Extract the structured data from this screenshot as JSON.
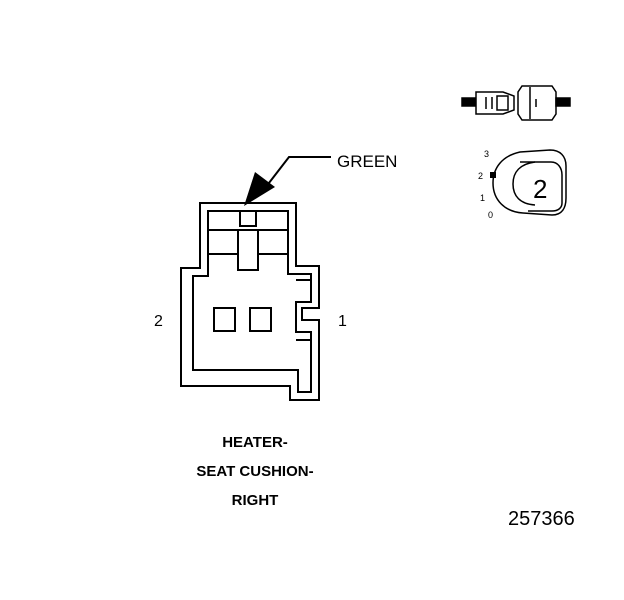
{
  "connector": {
    "wire_color": "GREEN",
    "pin_left": "2",
    "pin_right": "1",
    "title_lines": [
      "HEATER-",
      "SEAT CUSHION-",
      "RIGHT"
    ]
  },
  "key_icon": {
    "positions": [
      "3",
      "2",
      "1",
      "0"
    ],
    "selected_number": "2"
  },
  "figure_number": "257366"
}
